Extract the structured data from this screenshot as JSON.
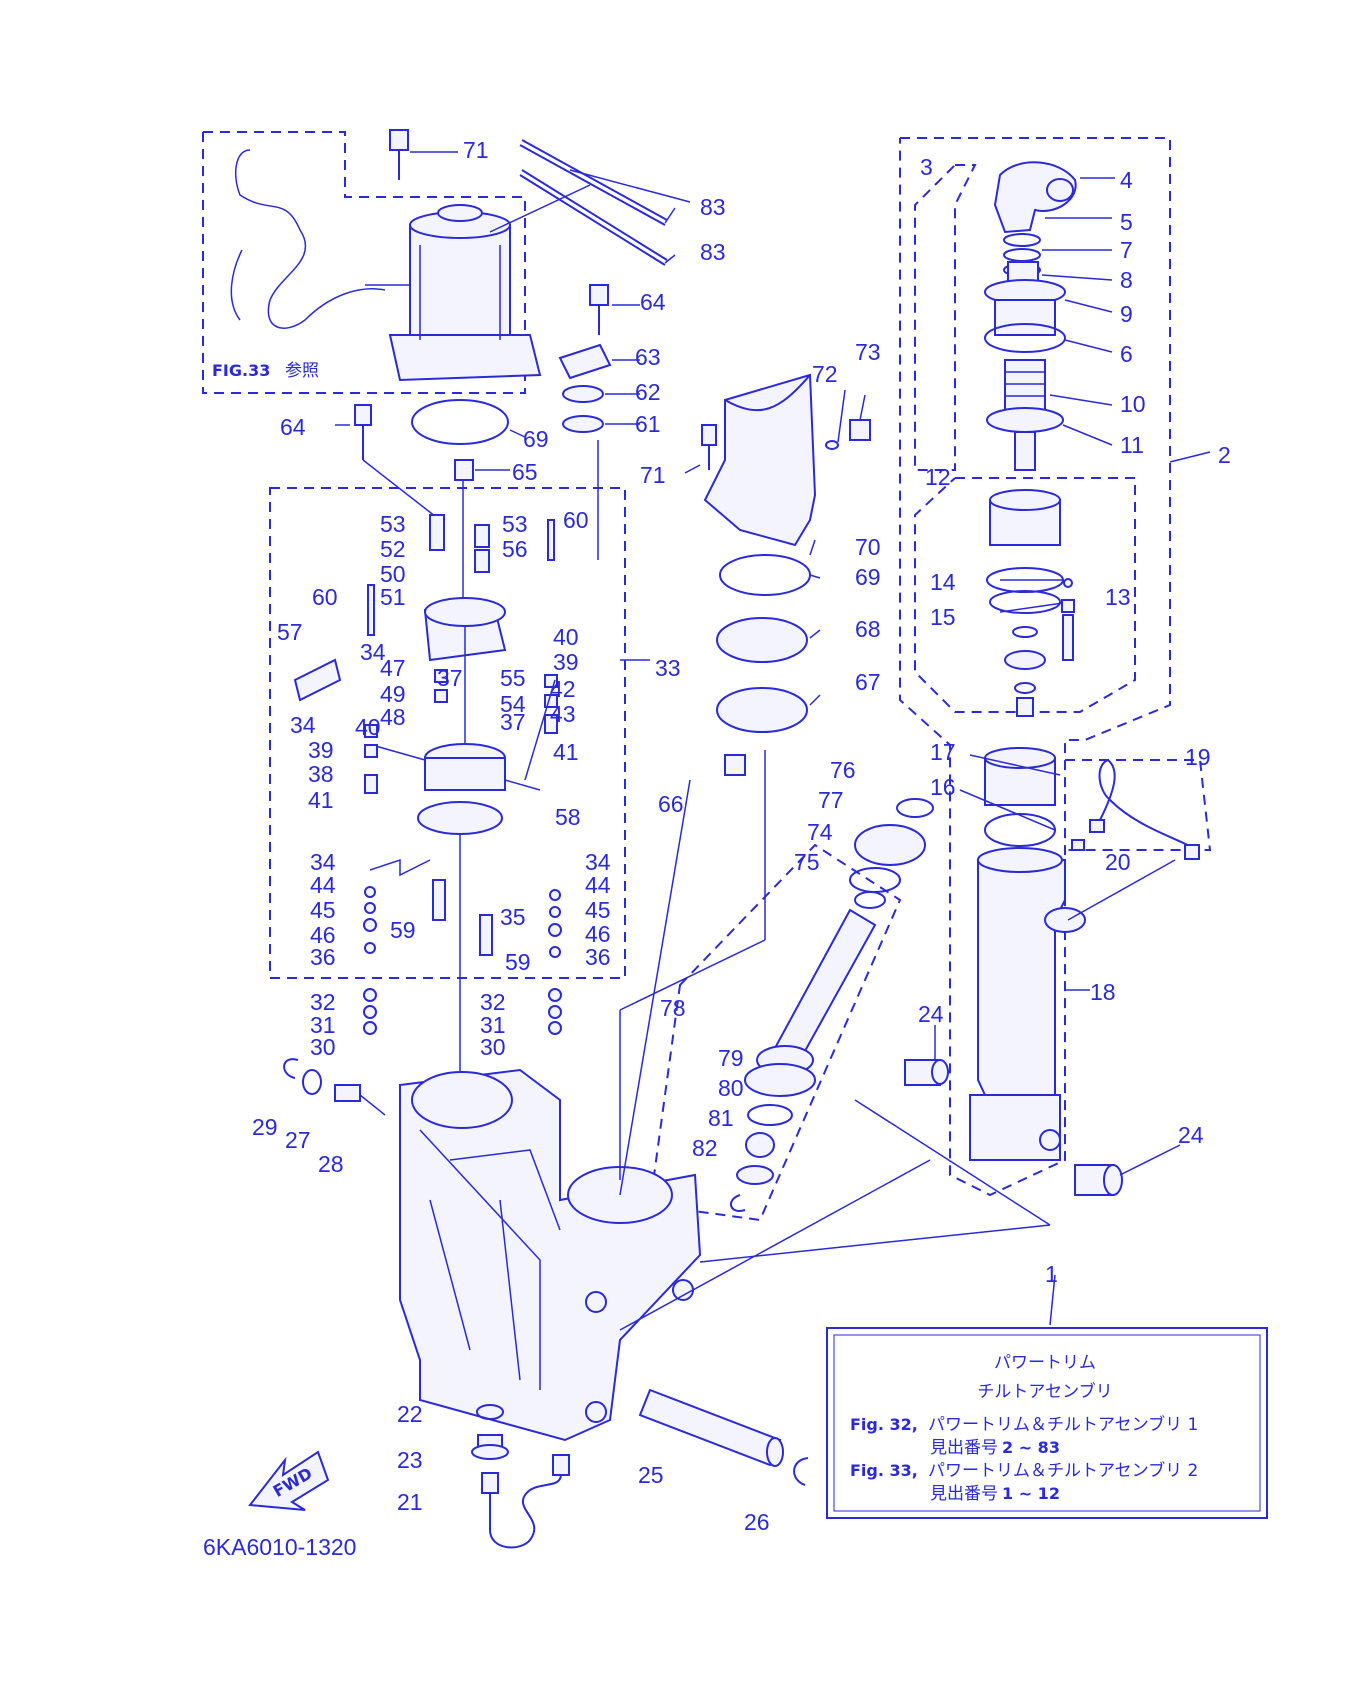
{
  "colors": {
    "line": "#2a2ad8",
    "background": "#ffffff"
  },
  "fig_ref": {
    "fig": "FIG.33",
    "sanshou": "参照"
  },
  "title_box": {
    "line1": "パワートリム",
    "line2": "チルトアセンブリ",
    "ref1_fig": "Fig. 32,",
    "ref1_text": "パワートリム＆チルトアセンブリ 1",
    "ref1_range_label": "見出番号",
    "ref1_range": "2 ~ 83",
    "ref2_fig": "Fig. 33,",
    "ref2_text": "パワートリム＆チルトアセンブリ 2",
    "ref2_range_label": "見出番号",
    "ref2_range": "1 ~ 12"
  },
  "fwd_label": "FWD",
  "diagram_number": "6KA6010-1320",
  "callouts": [
    "71",
    "83",
    "83",
    "64",
    "63",
    "62",
    "61",
    "64",
    "69",
    "65",
    "53",
    "52",
    "50",
    "51",
    "53",
    "56",
    "60",
    "60",
    "57",
    "34",
    "47",
    "37",
    "49",
    "48",
    "34",
    "40",
    "39",
    "38",
    "41",
    "40",
    "39",
    "55",
    "54",
    "42",
    "43",
    "37",
    "41",
    "33",
    "58",
    "34",
    "44",
    "45",
    "46",
    "36",
    "59",
    "35",
    "59",
    "34",
    "44",
    "45",
    "46",
    "36",
    "32",
    "31",
    "30",
    "32",
    "31",
    "30",
    "29",
    "27",
    "28",
    "22",
    "23",
    "21",
    "25",
    "26",
    "73",
    "72",
    "71",
    "70",
    "69",
    "68",
    "67",
    "66",
    "76",
    "77",
    "74",
    "75",
    "78",
    "79",
    "80",
    "81",
    "82",
    "3",
    "4",
    "5",
    "7",
    "8",
    "9",
    "6",
    "10",
    "11",
    "2",
    "12",
    "14",
    "13",
    "15",
    "17",
    "16",
    "19",
    "20",
    "18",
    "24",
    "24",
    "1"
  ]
}
